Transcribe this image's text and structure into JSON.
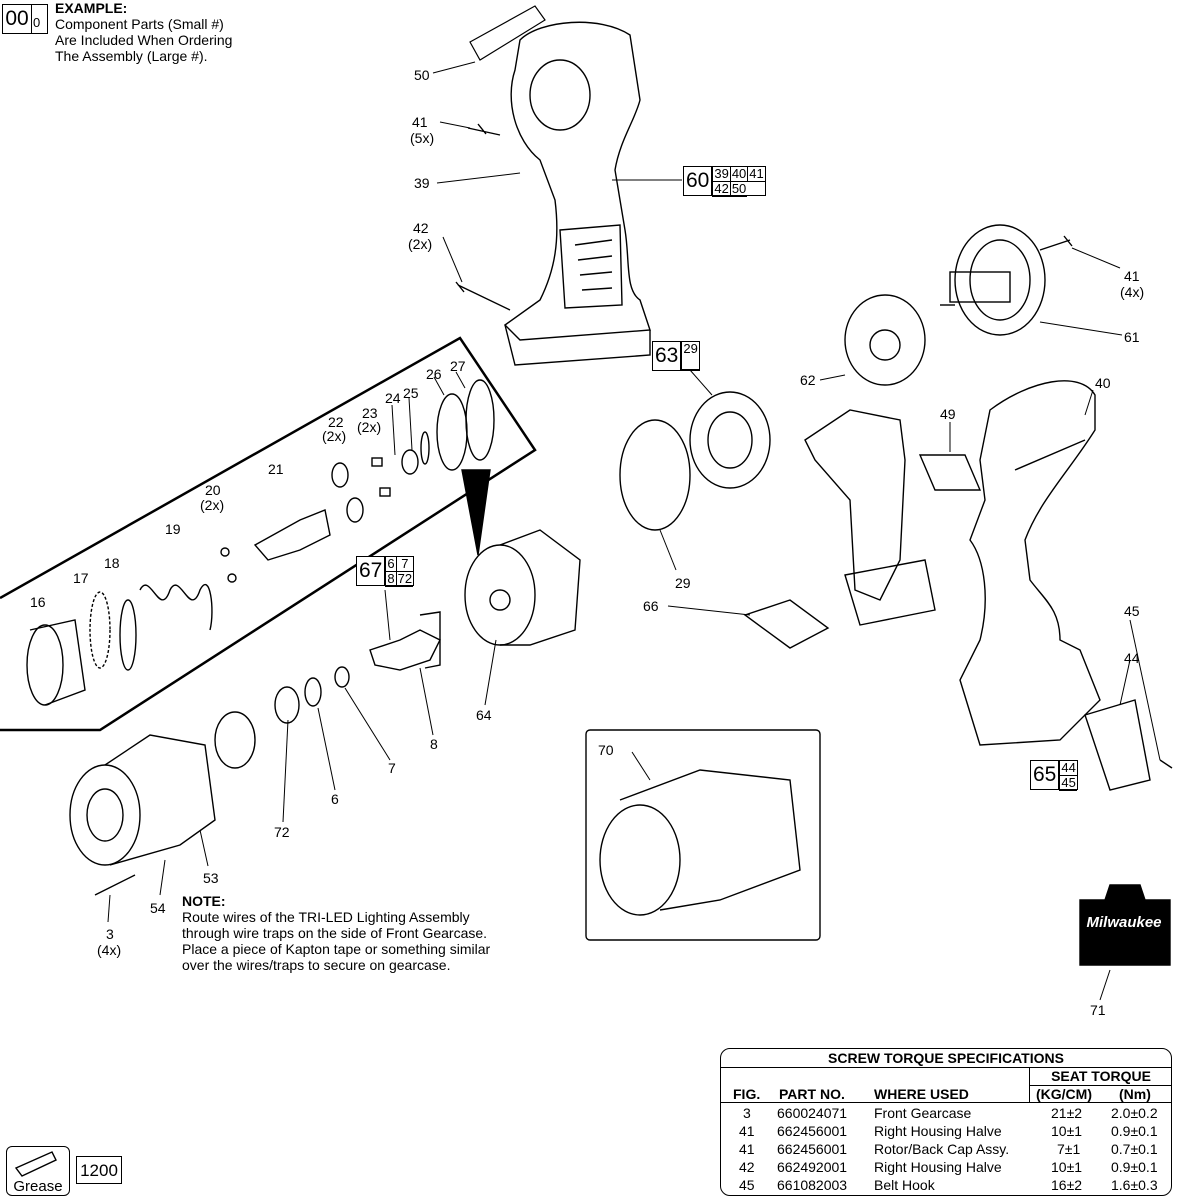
{
  "example": {
    "big_num": "00",
    "small_num": "0",
    "title": "EXAMPLE:",
    "line1": "Component Parts (Small #)",
    "line2": "Are Included When Ordering",
    "line3": "The Assembly (Large #)."
  },
  "callouts": {
    "c50": "50",
    "c41a": "41",
    "c41a_qty": "(5x)",
    "c39": "39",
    "c42": "42",
    "c42_qty": "(2x)",
    "c41b": "41",
    "c41b_qty": "(4x)",
    "c61": "61",
    "c62": "62",
    "c40": "40",
    "c49": "49",
    "c29": "29",
    "c66": "66",
    "c45": "45",
    "c44": "44",
    "c64": "64",
    "c70": "70",
    "c71": "71",
    "c27": "27",
    "c26": "26",
    "c25": "25",
    "c24": "24",
    "c23": "23",
    "c23_qty": "(2x)",
    "c22": "22",
    "c22_qty": "(2x)",
    "c21": "21",
    "c20": "20",
    "c20_qty": "(2x)",
    "c19": "19",
    "c18": "18",
    "c17": "17",
    "c16": "16",
    "c8": "8",
    "c7": "7",
    "c6": "6",
    "c72": "72",
    "c53": "53",
    "c54": "54",
    "c3": "3",
    "c3_qty": "(4x)"
  },
  "assemblies": {
    "a60": {
      "big": "60",
      "subs": [
        "39",
        "40",
        "41",
        "42",
        "50"
      ]
    },
    "a63": {
      "big": "63",
      "subs": [
        "29"
      ]
    },
    "a67": {
      "big": "67",
      "subs": [
        "6",
        "7",
        "8",
        "72"
      ]
    },
    "a65": {
      "big": "65",
      "subs": [
        "44",
        "45"
      ]
    }
  },
  "note": {
    "title": "NOTE:",
    "line1": "Route wires of the TRI-LED Lighting Assembly",
    "line2": "through wire traps on the side of Front Gearcase.",
    "line3": "Place a piece of Kapton tape or something similar",
    "line4": "over the wires/traps to secure on gearcase."
  },
  "case_logo": "Milwaukee",
  "torque_table": {
    "title": "SCREW TORQUE SPECIFICATIONS",
    "seat_header": "SEAT TORQUE",
    "headers": [
      "FIG.",
      "PART NO.",
      "WHERE USED",
      "(KG/CM)",
      "(Nm)"
    ],
    "rows": [
      [
        "3",
        "660024071",
        "Front Gearcase",
        "21±2",
        "2.0±0.2"
      ],
      [
        "41",
        "662456001",
        "Right Housing Halve",
        "10±1",
        "0.9±0.1"
      ],
      [
        "41",
        "662456001",
        "Rotor/Back Cap Assy.",
        "7±1",
        "0.7±0.1"
      ],
      [
        "42",
        "662492001",
        "Right Housing Halve",
        "10±1",
        "0.9±0.1"
      ],
      [
        "45",
        "661082003",
        "Belt Hook",
        "16±2",
        "1.6±0.3"
      ]
    ]
  },
  "grease_label": "Grease",
  "grease_number": "1200"
}
